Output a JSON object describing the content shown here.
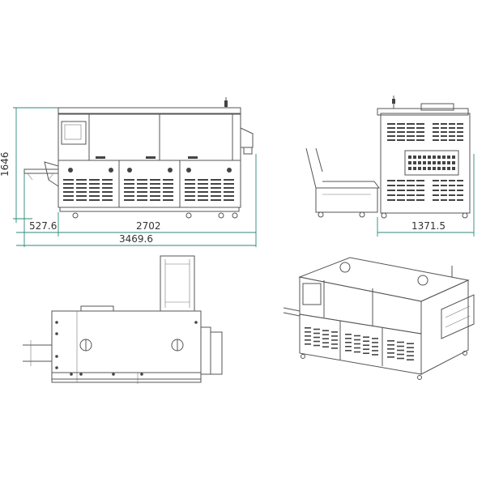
{
  "dimensions": {
    "height": "1646",
    "infeed_length": "527.6",
    "machine_length": "2702",
    "total_length": "3469.6",
    "depth": "1371.5"
  },
  "colors": {
    "dimension_line": "#2a8a7a",
    "drawing_line": "#555555"
  }
}
